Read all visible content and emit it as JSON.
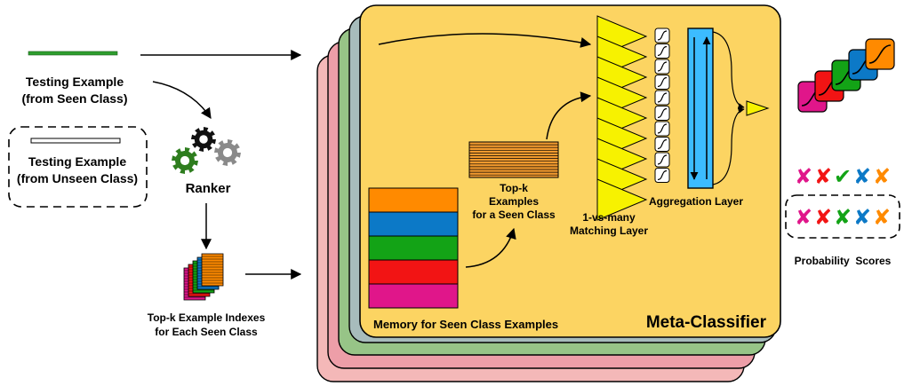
{
  "inputs": {
    "seen": {
      "line1": "Testing Example",
      "line2": "(from Seen Class)",
      "line_color": "#2e9e2e"
    },
    "unseen": {
      "line1": "Testing Example",
      "line2": "(from Unseen Class)"
    }
  },
  "ranker": {
    "label": "Ranker",
    "icon": "gears-icon",
    "colors": [
      "#2e7d1e",
      "#111111",
      "#8a8a8a"
    ]
  },
  "indexes": {
    "line1": "Top-k Example Indexes",
    "line2": "for Each Seen Class"
  },
  "meta_classifier": {
    "title": "Meta-Classifier",
    "panel_color": "#fcd462",
    "layer_colors": [
      "#f4b8b8",
      "#ed9ea8",
      "#97c487",
      "#a7bcbc"
    ],
    "memory": {
      "label": "Memory for Seen Class Examples",
      "colors": [
        "#ff8a00",
        "#0c79c7",
        "#13a316",
        "#f21414",
        "#e0168a"
      ]
    },
    "topk": {
      "line1": "Top-k",
      "line2": "Examples",
      "line3": "for a Seen Class",
      "color": "#f29a2e"
    },
    "matching": {
      "line1": "1-vs-many",
      "line2": "Matching Layer",
      "color": "#f7f200",
      "count": 9
    },
    "aggregation": {
      "label": "Aggregation Layer",
      "color": "#3cbcff"
    }
  },
  "output": {
    "label": "Probability  Scores",
    "stack_colors": [
      "#e0168a",
      "#f21414",
      "#13a316",
      "#0c79c7",
      "#ff8a00"
    ],
    "seen_marks": [
      {
        "symbol": "✘",
        "color": "#e0168a"
      },
      {
        "symbol": "✘",
        "color": "#f21414"
      },
      {
        "symbol": "✔",
        "color": "#13a316"
      },
      {
        "symbol": "✘",
        "color": "#0c79c7"
      },
      {
        "symbol": "✘",
        "color": "#ff8a00"
      }
    ],
    "unseen_marks": [
      {
        "symbol": "✘",
        "color": "#e0168a"
      },
      {
        "symbol": "✘",
        "color": "#f21414"
      },
      {
        "symbol": "✘",
        "color": "#13a316"
      },
      {
        "symbol": "✘",
        "color": "#0c79c7"
      },
      {
        "symbol": "✘",
        "color": "#ff8a00"
      }
    ]
  }
}
